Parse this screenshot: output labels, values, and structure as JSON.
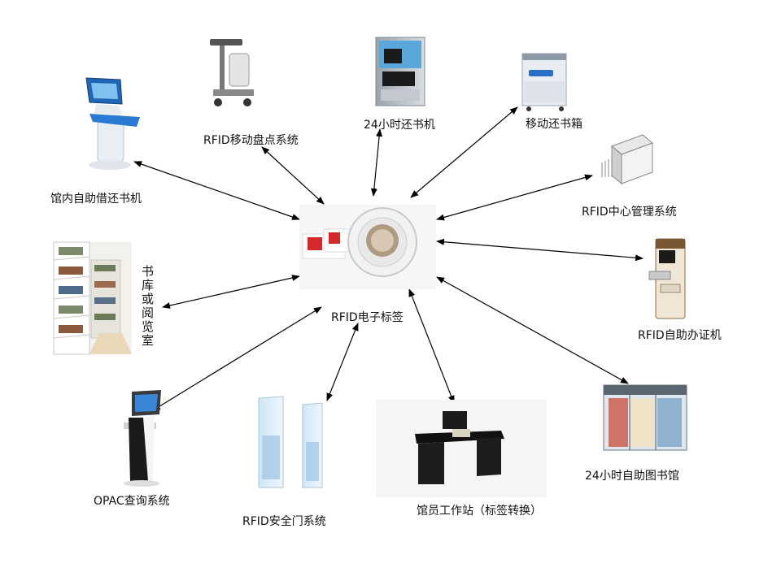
{
  "center": {
    "label": "RFID电子标签"
  },
  "nodes": {
    "kiosk_borrow": {
      "label": "馆内自助借还书机"
    },
    "mobile_inventory": {
      "label": "RFID移动盘点系统"
    },
    "return_24h": {
      "label": "24小时还书机"
    },
    "mobile_return_box": {
      "label": "移动还书箱"
    },
    "center_mgmt": {
      "label": "RFID中心管理系统"
    },
    "card_machine": {
      "label": "RFID自助办证机"
    },
    "library_24h": {
      "label": "24小时自助图书馆"
    },
    "workstation": {
      "label": "馆员工作站（标签转换）"
    },
    "security_gate": {
      "label": "RFID安全门系统"
    },
    "opac": {
      "label": "OPAC查询系统"
    },
    "stacks": {
      "label": "书库或阅览室"
    }
  },
  "colors": {
    "arrow": "#000000",
    "tag_red": "#d62828"
  }
}
